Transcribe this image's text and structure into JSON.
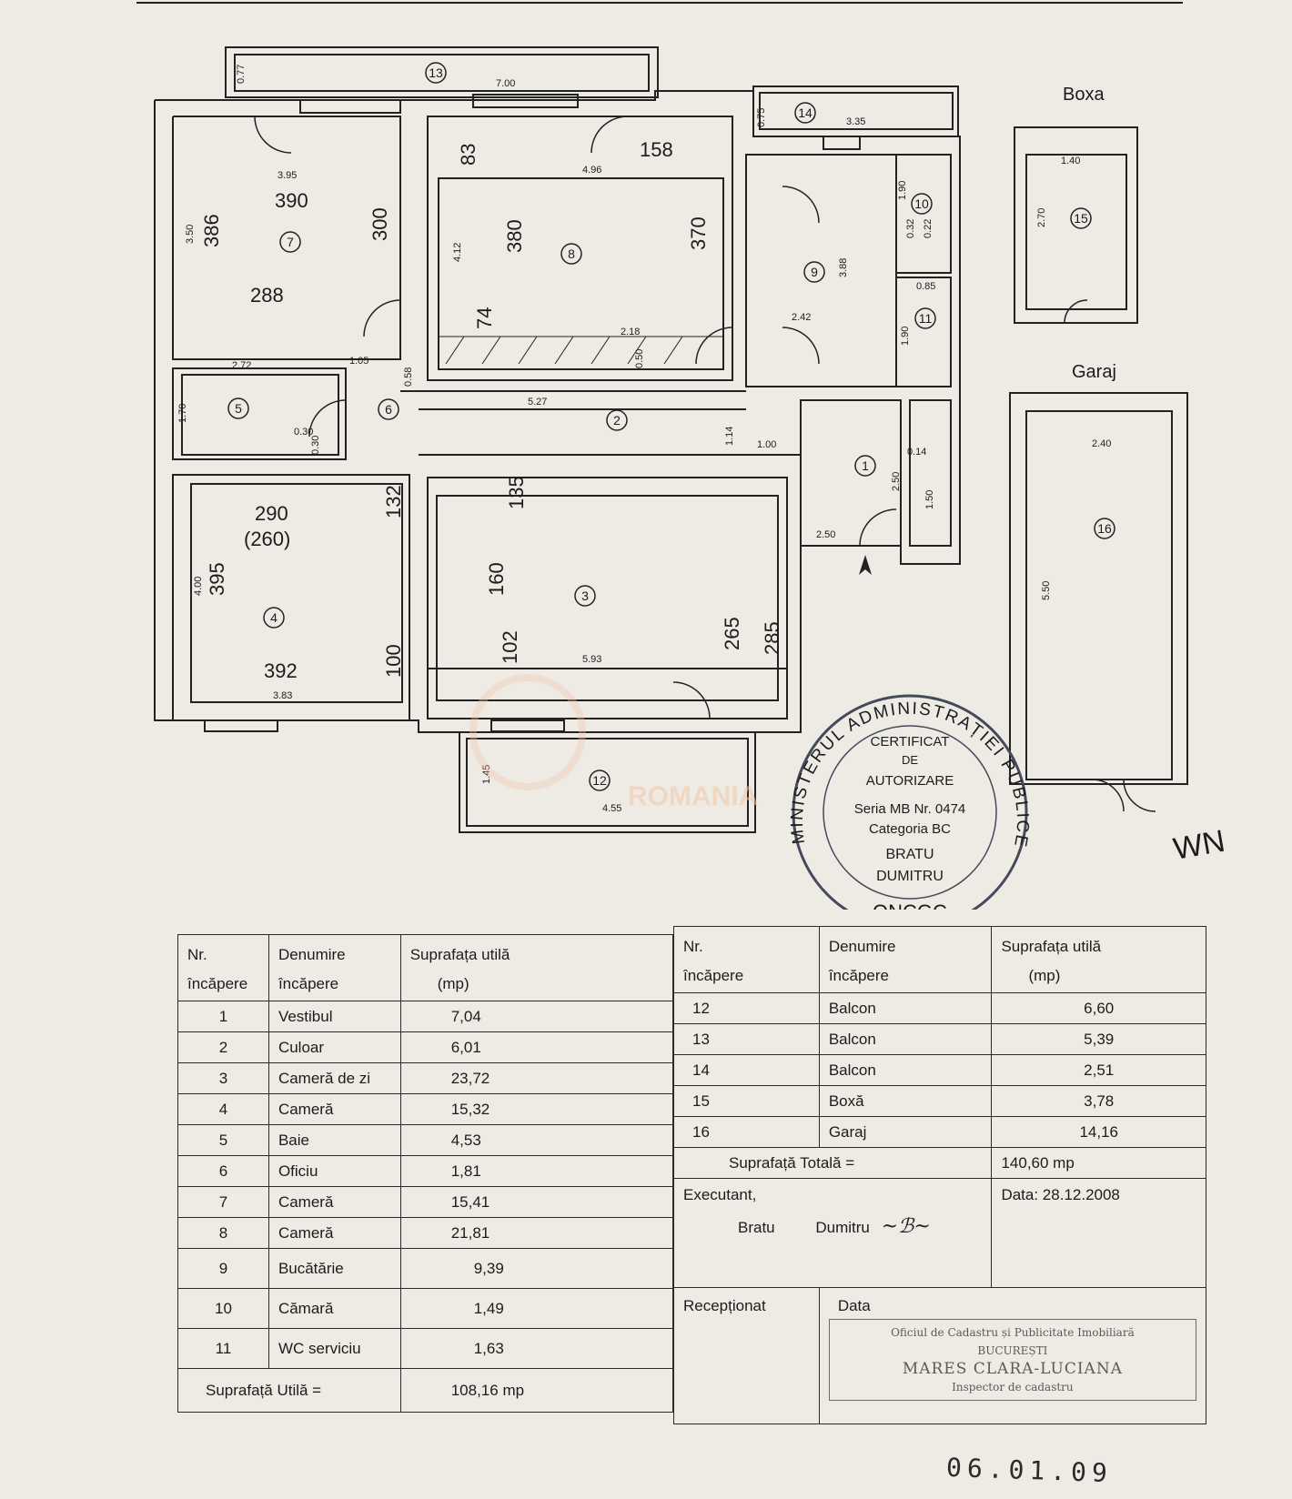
{
  "plan": {
    "rooms": [
      {
        "id": "1",
        "name": "Vestibul"
      },
      {
        "id": "2",
        "name": "Culoar"
      },
      {
        "id": "3",
        "name": "Cameră de zi"
      },
      {
        "id": "4",
        "name": "Cameră"
      },
      {
        "id": "5",
        "name": "Baie"
      },
      {
        "id": "6",
        "name": "Oficiu"
      },
      {
        "id": "7",
        "name": "Cameră"
      },
      {
        "id": "8",
        "name": "Cameră"
      },
      {
        "id": "9",
        "name": "Bucătărie"
      },
      {
        "id": "10",
        "name": "Cămară"
      },
      {
        "id": "11",
        "name": "WC serviciu"
      },
      {
        "id": "12",
        "name": "Balcon"
      },
      {
        "id": "13",
        "name": "Balcon"
      },
      {
        "id": "14",
        "name": "Balcon"
      },
      {
        "id": "15",
        "name": "Boxă"
      },
      {
        "id": "16",
        "name": "Garaj"
      }
    ],
    "labels": {
      "boxa": "Boxa",
      "garaj": "Garaj"
    },
    "dimensions": {
      "d700": "7.00",
      "d077": "0.77",
      "d335": "3.35",
      "d075": "0.75",
      "d395": "3.95",
      "d350": "3.50",
      "d496": "4.96",
      "d412": "4.12",
      "d190a": "1.90",
      "d032": "0.32",
      "d022": "0.22",
      "d388": "3.88",
      "d085": "0.85",
      "d190b": "1.90",
      "d242": "2.42",
      "d218": "2.18",
      "d050": "0.50",
      "d272": "2.72",
      "d105": "1.05",
      "d058": "0.58",
      "d170": "1.70",
      "d030a": "0.30",
      "d030b": "0.30",
      "d527": "5.27",
      "d114": "1.14",
      "d100": "1.00",
      "d014": "0.14",
      "d250a": "2.50",
      "d150": "1.50",
      "d250b": "2.50",
      "d400": "4.00",
      "d383": "3.83",
      "d593": "5.93",
      "d145": "1.45",
      "d455": "4.55",
      "d140": "1.40",
      "d270": "2.70",
      "d240": "2.40",
      "d550": "5.50"
    },
    "handwritten": {
      "h390": "390",
      "h386": "386",
      "h300": "300",
      "h288": "288",
      "h83": "83",
      "h158": "158",
      "h380": "380",
      "h370": "370",
      "h74": "74",
      "h290": "290",
      "h260": "(260)",
      "h395": "395",
      "h392": "392",
      "h100": "100",
      "h132": "132",
      "h135": "135",
      "h160": "160",
      "h102": "102",
      "h265": "265",
      "h285": "285",
      "initials": "WN"
    },
    "stamp": {
      "ring_text": "MINISTERUL ADMINISTRAȚIEI PUBLICE",
      "line1": "CERTIFICAT",
      "line2": "DE",
      "line3": "AUTORIZARE",
      "line4": "Seria MB Nr. 0474",
      "line5": "Categoria BC",
      "line6": "BRATU",
      "line7": "DUMITRU",
      "bottom": "ONCGC"
    },
    "watermark": "ROMANIA"
  },
  "table_left": {
    "headers": {
      "nr1": "Nr.",
      "nr2": "încăpere",
      "den1": "Denumire",
      "den2": "încăpere",
      "sup1": "Suprafața utilă",
      "sup2": "(mp)"
    },
    "rows": [
      {
        "nr": "1",
        "name": "Vestibul",
        "area": "7,04"
      },
      {
        "nr": "2",
        "name": "Culoar",
        "area": "6,01"
      },
      {
        "nr": "3",
        "name": "Cameră de zi",
        "area": "23,72"
      },
      {
        "nr": "4",
        "name": "Cameră",
        "area": "15,32"
      },
      {
        "nr": "5",
        "name": "Baie",
        "area": "4,53"
      },
      {
        "nr": "6",
        "name": "Oficiu",
        "area": "1,81"
      },
      {
        "nr": "7",
        "name": "Cameră",
        "area": "15,41"
      },
      {
        "nr": "8",
        "name": "Cameră",
        "area": "21,81"
      },
      {
        "nr": "9",
        "name": "Bucătărie",
        "area": "9,39"
      },
      {
        "nr": "10",
        "name": "Cămară",
        "area": "1,49"
      },
      {
        "nr": "11",
        "name": "WC serviciu",
        "area": "1,63"
      }
    ],
    "total_label": "Suprafață Utilă =",
    "total_value": "108,16 mp"
  },
  "table_right": {
    "headers": {
      "nr1": "Nr.",
      "nr2": "încăpere",
      "den1": "Denumire",
      "den2": "încăpere",
      "sup1": "Suprafața utilă",
      "sup2": "(mp)"
    },
    "rows": [
      {
        "nr": "12",
        "name": "Balcon",
        "area": "6,60"
      },
      {
        "nr": "13",
        "name": "Balcon",
        "area": "5,39"
      },
      {
        "nr": "14",
        "name": "Balcon",
        "area": "2,51"
      },
      {
        "nr": "15",
        "name": "Boxă",
        "area": "3,78"
      },
      {
        "nr": "16",
        "name": "Garaj",
        "area": "14,16"
      }
    ],
    "total_label": "Suprafață Totală =",
    "total_value": "140,60 mp",
    "executant_label": "Executant,",
    "executant_first": "Bratu",
    "executant_last": "Dumitru",
    "date_label": "Data: 28.12.2008",
    "receptionat_label": "Recepționat",
    "data_label": "Data",
    "stamp2_line1": "Oficiul de Cadastru și Publicitate Imobiliară",
    "stamp2_line2": "BUCUREȘTI",
    "stamp2_line3": "MARES CLARA-LUCIANA",
    "stamp2_line4": "Inspector de cadastru"
  },
  "handwritten_date": "06.01.09"
}
